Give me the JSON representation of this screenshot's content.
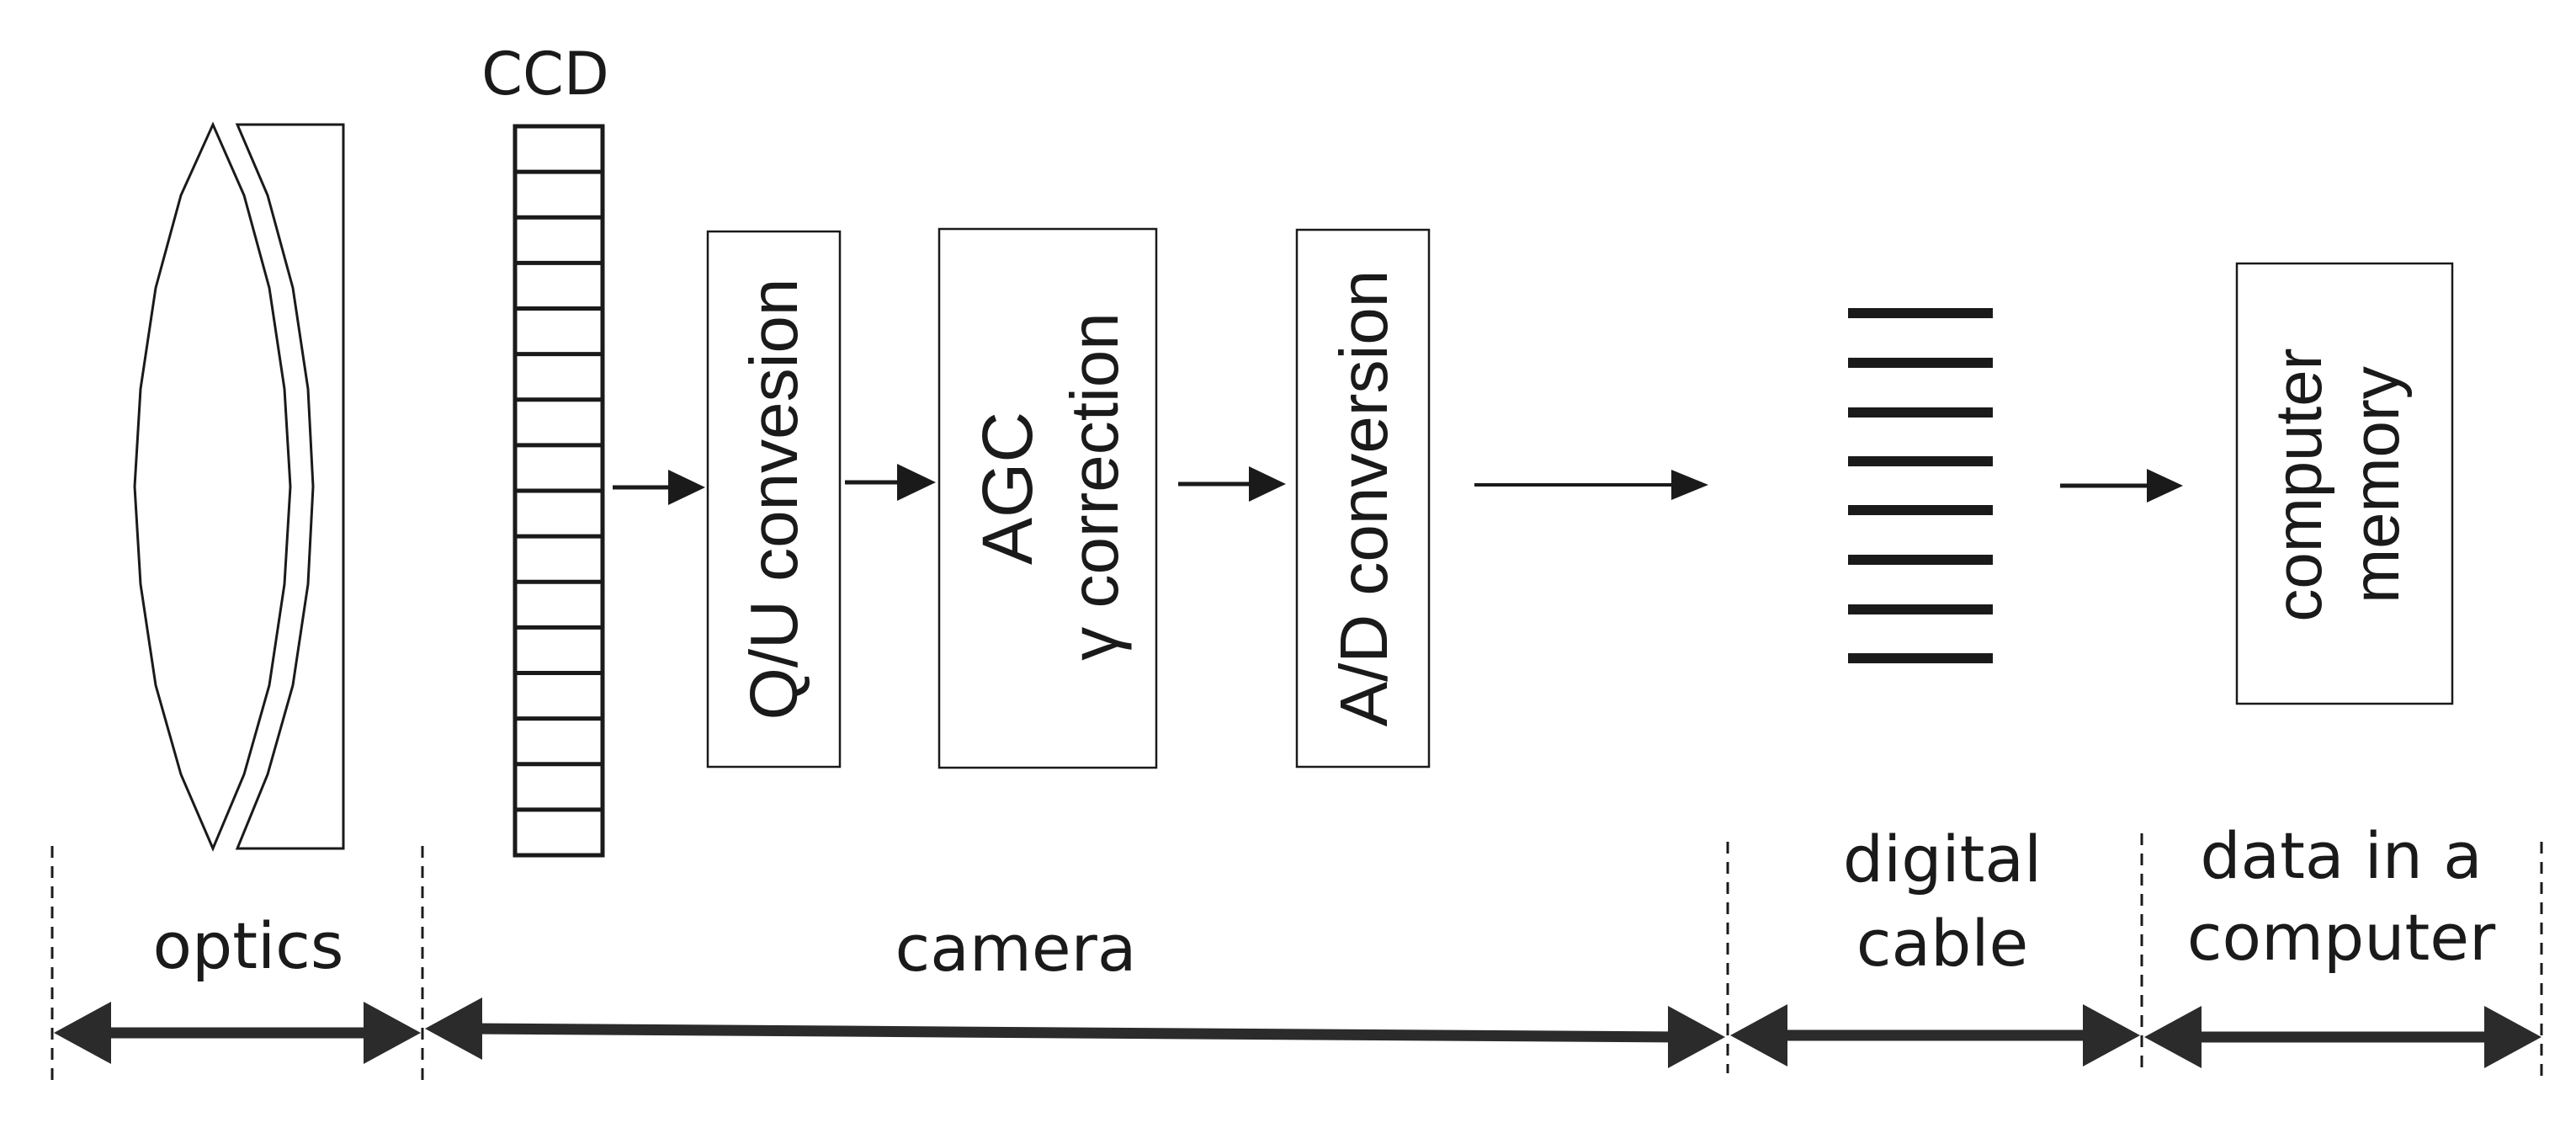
{
  "labels": {
    "ccd": "CCD",
    "qu_conversion": "Q/U convesion",
    "agc_title": "AGC",
    "agc_subtitle": "γ correction",
    "ad_conversion": "A/D conversion",
    "computer_memory_line1": "computer",
    "computer_memory_line2": "memory"
  },
  "sections": {
    "optics": "optics",
    "camera": "camera",
    "digital_cable_line1": "digital",
    "digital_cable_line2": "cable",
    "data_line1": "data in a",
    "data_line2": "computer"
  },
  "colors": {
    "line": "#1a1a1a",
    "arrow": "#2b2b2b",
    "background": "#ffffff"
  }
}
